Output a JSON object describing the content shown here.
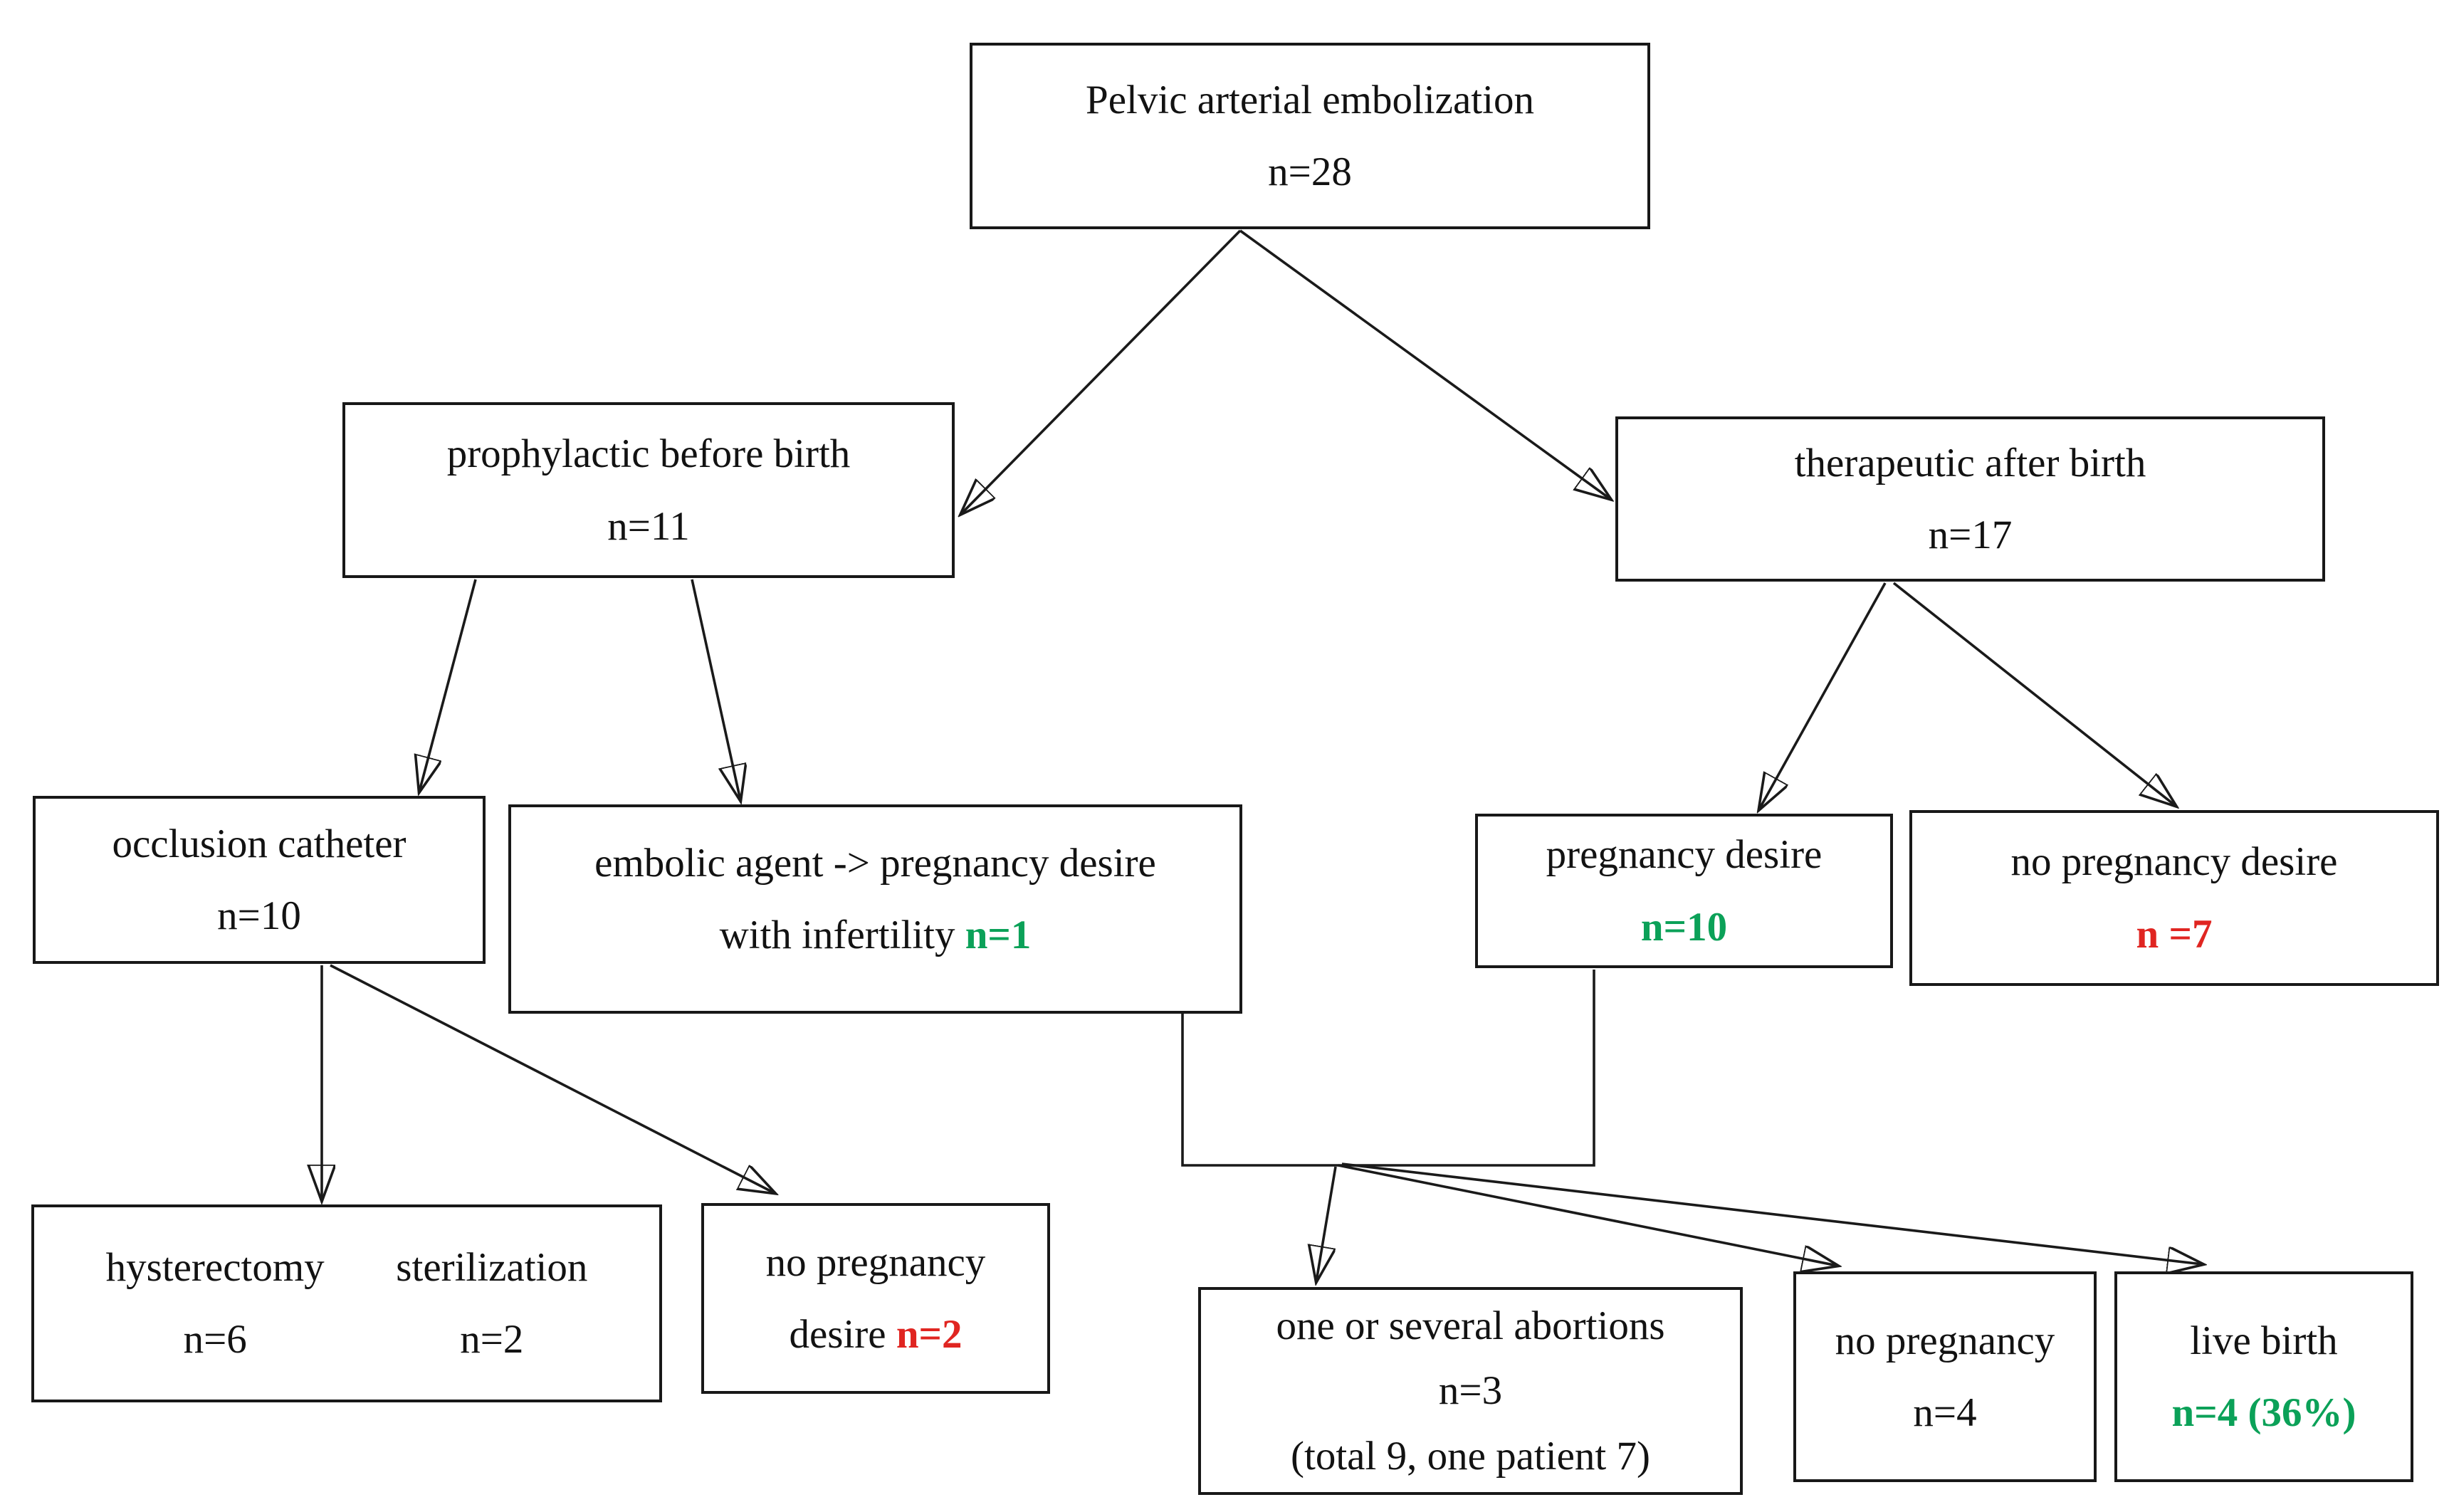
{
  "diagram": {
    "type": "flowchart",
    "background": "#ffffff",
    "colors": {
      "positive_green": "#0ba158",
      "negative_red": "#e02521",
      "line_black": "#1a1a1a"
    },
    "nodes": {
      "root": {
        "label": "Pelvic arterial embolization",
        "count": "n=28"
      },
      "prophylactic": {
        "label": "prophylactic before birth",
        "count": "n=11"
      },
      "therapeutic": {
        "label": "therapeutic after birth",
        "count": "n=17"
      },
      "occlusion_catheter": {
        "label": "occlusion catheter",
        "count": "n=10"
      },
      "embolic_agent": {
        "label": "embolic agent -> pregnancy desire",
        "label2": "with infertility ",
        "count": "n=1"
      },
      "pregnancy_desire": {
        "label": "pregnancy desire",
        "count": "n=10"
      },
      "no_pregnancy_desire": {
        "label": "no pregnancy desire",
        "count": "n =7"
      },
      "hysterectomy_sterilization": {
        "col1_label": "hysterectomy",
        "col1_count": "n=6",
        "col2_label": "sterilization",
        "col2_count": "n=2"
      },
      "no_pregnancy_desire_2": {
        "label": "no pregnancy",
        "label2": "desire ",
        "count": "n=2"
      },
      "abortions": {
        "label": "one or several abortions",
        "count": "n=3",
        "note": "(total 9, one patient 7)"
      },
      "no_pregnancy": {
        "label": "no pregnancy",
        "count": "n=4"
      },
      "live_birth": {
        "label": "live birth",
        "count": "n=4 (36%)"
      }
    }
  }
}
